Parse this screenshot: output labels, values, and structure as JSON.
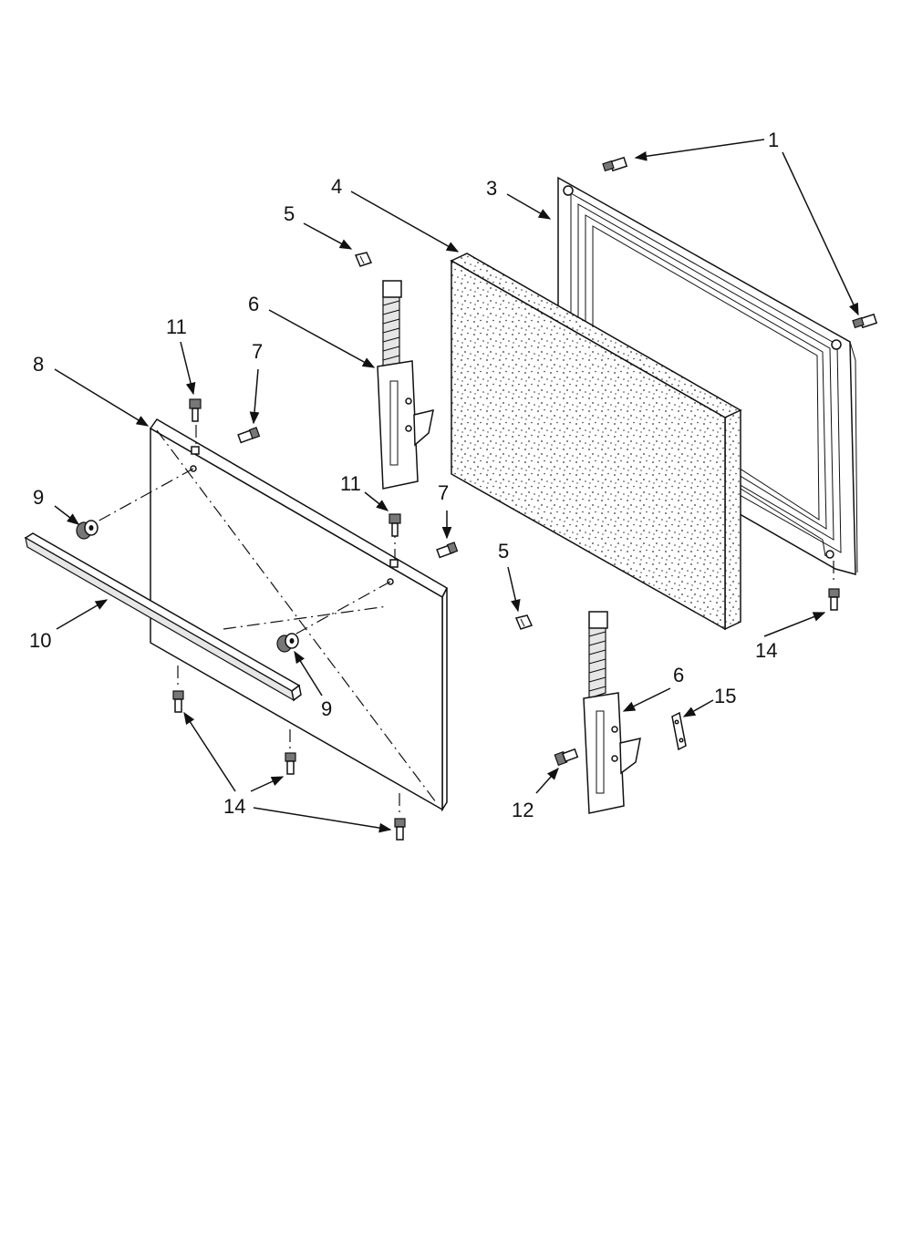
{
  "callouts": [
    {
      "id": "c1",
      "text": "1"
    },
    {
      "id": "c3",
      "text": "3"
    },
    {
      "id": "c4",
      "text": "4"
    },
    {
      "id": "c5a",
      "text": "5"
    },
    {
      "id": "c5b",
      "text": "5"
    },
    {
      "id": "c6a",
      "text": "6"
    },
    {
      "id": "c6b",
      "text": "6"
    },
    {
      "id": "c7a",
      "text": "7"
    },
    {
      "id": "c7b",
      "text": "7"
    },
    {
      "id": "c8",
      "text": "8"
    },
    {
      "id": "c9a",
      "text": "9"
    },
    {
      "id": "c9b",
      "text": "9"
    },
    {
      "id": "c10",
      "text": "10"
    },
    {
      "id": "c11a",
      "text": "11"
    },
    {
      "id": "c11b",
      "text": "11"
    },
    {
      "id": "c12",
      "text": "12"
    },
    {
      "id": "c14a",
      "text": "14"
    },
    {
      "id": "c14b",
      "text": "14"
    },
    {
      "id": "c15",
      "text": "15"
    }
  ]
}
